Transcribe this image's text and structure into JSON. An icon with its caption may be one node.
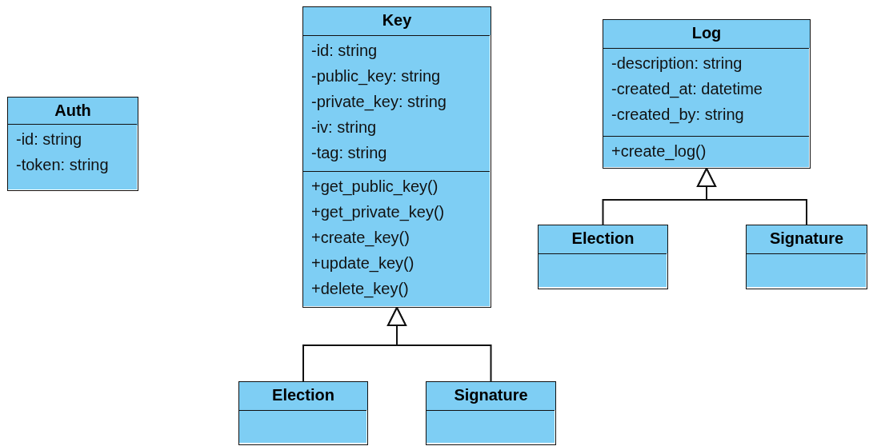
{
  "diagram": {
    "nodes": [
      {
        "text": [
          "Key"
        ]
      },
      {
        "text": [
          "-id: string",
          "-public_key: string",
          "-private_key: string",
          "-iv: string",
          "-tag: string"
        ],
        "in": 0
      },
      {
        "text": [
          "+get_public_key()",
          "+get_private_key()",
          "+create_key()",
          "+update_key()",
          "+delete_key()"
        ],
        "in": 0
      },
      {
        "text": [
          "Log"
        ]
      },
      {
        "text": [
          "-description: string",
          "-created_at: datetime",
          "-created_by: string"
        ],
        "in": 3
      },
      {
        "text": [
          "+create_log()"
        ],
        "in": 3
      },
      {
        "text": [
          "Auth"
        ]
      },
      {
        "text": [
          "-id: string",
          "-token: string"
        ],
        "in": 6
      },
      {
        "text": [
          "Election"
        ]
      },
      {
        "text": [],
        "shape": "box",
        "in": 8
      },
      {
        "text": [
          "Signature"
        ]
      },
      {
        "text": [],
        "shape": "box",
        "in": 10
      },
      {
        "text": [
          "Election"
        ]
      },
      {
        "text": [],
        "shape": "box",
        "in": 12
      },
      {
        "text": [
          "Signature"
        ]
      },
      {
        "text": [],
        "shape": "box",
        "in": 14
      }
    ],
    "edges": [
      {
        "from": 8,
        "to": 3,
        "arrow": "to"
      },
      {
        "from": 10,
        "to": 3,
        "arrow": "to"
      },
      {
        "from": 12,
        "to": 0,
        "arrow": "to"
      },
      {
        "from": 14,
        "to": 0,
        "arrow": "to"
      }
    ]
  }
}
